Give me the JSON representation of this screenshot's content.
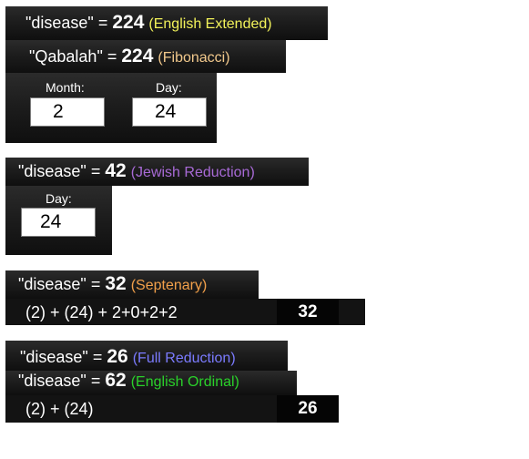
{
  "colors": {
    "english_extended": "#f3f35a",
    "fibonacci": "#f2c98c",
    "jewish_reduction": "#a86ad6",
    "septenary": "#f2a04a",
    "full_reduction": "#7b7bff",
    "english_ordinal": "#2ad12a"
  },
  "panel1": {
    "row1": {
      "word": "\"disease\" = ",
      "value": "224",
      "cipher": "(English Extended)"
    },
    "row2": {
      "word": "\"Qabalah\" = ",
      "value": "224",
      "cipher": "(Fibonacci)"
    },
    "month_label": "Month:",
    "month_value": "2",
    "day_label": "Day:",
    "day_value": "24"
  },
  "panel2": {
    "row1": {
      "word": "\"disease\" = ",
      "value": "42",
      "cipher": "(Jewish Reduction)"
    },
    "day_label": "Day:",
    "day_value": "24"
  },
  "panel3": {
    "row1": {
      "word": "\"disease\" = ",
      "value": "32",
      "cipher": "(Septenary)"
    },
    "formula": "(2) + (24) + 2+0+2+2",
    "result": "32"
  },
  "panel4": {
    "row1": {
      "word": "\"disease\" = ",
      "value": "26",
      "cipher": "(Full Reduction)"
    },
    "row2": {
      "word": "\"disease\" = ",
      "value": "62",
      "cipher": "(English Ordinal)"
    },
    "formula": "(2) + (24)",
    "result": "26"
  }
}
